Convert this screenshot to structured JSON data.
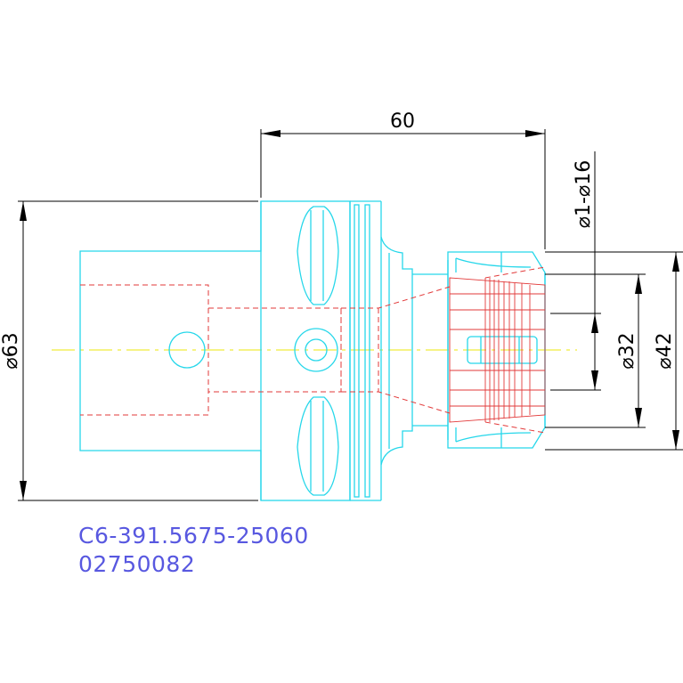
{
  "drawing": {
    "colors": {
      "background": "#ffffff",
      "outline": "#26d7ea",
      "hidden_lines": "#e23a3a",
      "centerline": "#f0ec3a",
      "dimensions": "#000000",
      "part_text": "#5858e0"
    },
    "dimensions": {
      "length": "60",
      "diameter_body": "⌀63",
      "clamping_range": "⌀1-⌀16",
      "diameter_nut_inner": "⌀32",
      "diameter_nut_outer": "⌀42"
    },
    "part": {
      "part_number": "C6-391.5675-25060",
      "code": "02750082"
    }
  }
}
